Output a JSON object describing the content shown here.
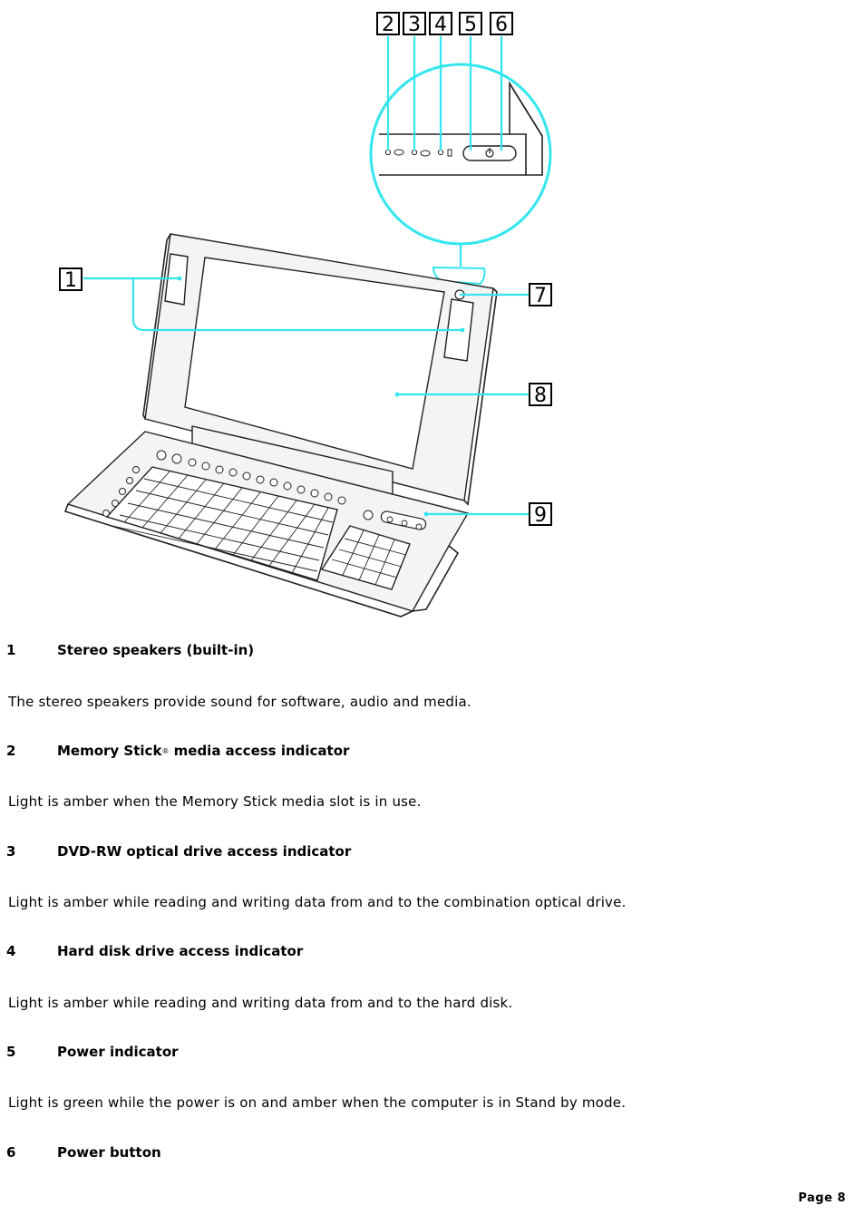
{
  "illustration": {
    "callouts": [
      "1",
      "2",
      "3",
      "4",
      "5",
      "6",
      "7",
      "8",
      "9"
    ]
  },
  "items": [
    {
      "number": "1",
      "title": "Stereo speakers (built-in)",
      "title_suffix": "",
      "description": "The stereo speakers provide sound for software, audio and media."
    },
    {
      "number": "2",
      "title": "Memory Stick",
      "reg_mark": "®",
      "title_suffix": " media access indicator",
      "description": "Light is amber when the Memory Stick media slot is in use."
    },
    {
      "number": "3",
      "title": "DVD-RW optical drive access indicator",
      "title_suffix": "",
      "description": "Light is amber while reading and writing data from and to the combination optical drive."
    },
    {
      "number": "4",
      "title": "Hard disk drive access indicator",
      "title_suffix": "",
      "description": "Light is amber while reading and writing data from and to the hard disk."
    },
    {
      "number": "5",
      "title": "Power indicator",
      "title_suffix": "",
      "description": "Light is green while the power is on and amber when the computer is in Stand by mode."
    },
    {
      "number": "6",
      "title": "Power button",
      "title_suffix": "",
      "description": ""
    }
  ],
  "footer": {
    "page_label": "Page 8"
  },
  "colors": {
    "leader": "#33e6ef",
    "text": "#000000"
  }
}
